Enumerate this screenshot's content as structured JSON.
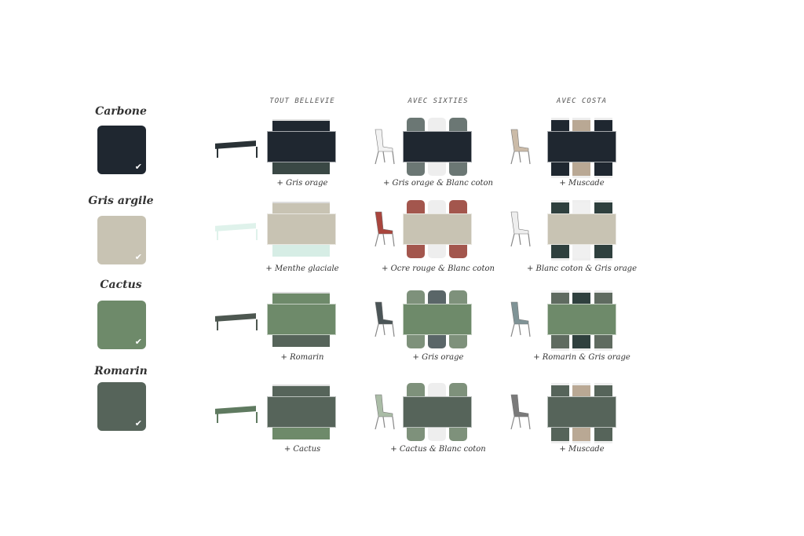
{
  "columns": [
    "TOUT BELLEVIE",
    "AVEC SIXTIES",
    "AVEC COSTA"
  ],
  "check_icon": "checkmark-icon",
  "rows": [
    {
      "name": "Carbone",
      "color": "#1f2730",
      "bellevie": {
        "caption": "+ Gris orage",
        "bench": "#3a4845",
        "side": "#2a3236"
      },
      "sixties": {
        "caption": "+ Gris orage & Blanc coton",
        "chairs": [
          "#6b7774",
          "#eeeeee",
          "#6b7774"
        ],
        "side": "#f2f2f2"
      },
      "costa": {
        "caption": "+ Muscade",
        "chairs": [
          "#1f2730",
          "#b9a894",
          "#1f2730"
        ],
        "side": "#cbbba8"
      }
    },
    {
      "name": "Gris argile",
      "color": "#c8c3b3",
      "bellevie": {
        "caption": "+ Menthe glaciale",
        "bench": "#d6ede5",
        "side": "#dff2eb"
      },
      "sixties": {
        "caption": "+ Ocre rouge & Blanc coton",
        "chairs": [
          "#a3564d",
          "#eeeeee",
          "#a3564d"
        ],
        "side": "#a9453d"
      },
      "costa": {
        "caption": "+ Blanc coton & Gris orage",
        "chairs": [
          "#2f403e",
          "#f0f0f0",
          "#2f403e"
        ],
        "side": "#eeeeee"
      }
    },
    {
      "name": "Cactus",
      "color": "#6e8a6a",
      "bellevie": {
        "caption": "+ Romarin",
        "bench": "#56645a",
        "side": "#4d5750"
      },
      "sixties": {
        "caption": "+ Gris orage",
        "chairs": [
          "#7e917b",
          "#5a6668",
          "#7e917b"
        ],
        "side": "#4b5557"
      },
      "costa": {
        "caption": "+ Romarin & Gris orage",
        "chairs": [
          "#5f6b60",
          "#2f403e",
          "#5f6b60"
        ],
        "side": "#7f9396"
      }
    },
    {
      "name": "Romarin",
      "color": "#56645a",
      "bellevie": {
        "caption": "+ Cactus",
        "bench": "#6e8a6a",
        "side": "#5f7a60"
      },
      "sixties": {
        "caption": "+ Cactus & Blanc coton",
        "chairs": [
          "#7e917b",
          "#eeeeee",
          "#7e917b"
        ],
        "side": "#aabca6"
      },
      "costa": {
        "caption": "+ Muscade",
        "chairs": [
          "#56645a",
          "#b9a894",
          "#56645a"
        ],
        "side": "#7a7a7a"
      }
    }
  ]
}
